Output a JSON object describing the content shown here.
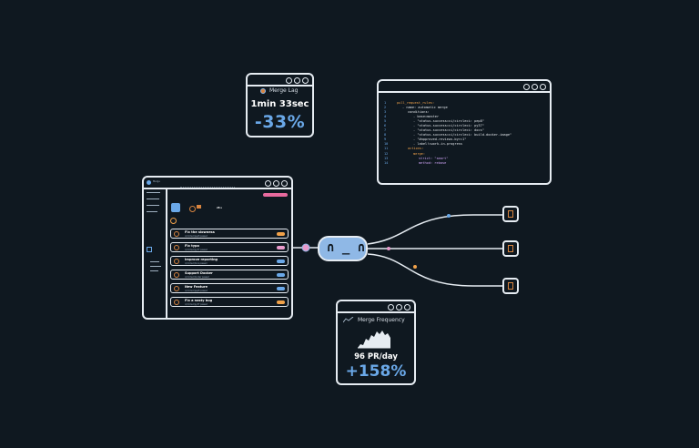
{
  "merge_lag": {
    "title": "Merge Lag",
    "time": "1min 33sec",
    "change": "-33%"
  },
  "merge_frequency": {
    "title": "Merge Frequency",
    "rate": "96 PR/day",
    "change": "+158%"
  },
  "bot": {
    "face": "∩ _ ∩"
  },
  "app": {
    "tag": "Merge",
    "header_value": "28 s"
  },
  "code_lines": [
    {
      "n": "1",
      "indent": 0,
      "text": "pull_request_rules:",
      "cls": "y"
    },
    {
      "n": "2",
      "indent": 1,
      "text": "- name: automatic merge",
      "cls": "k"
    },
    {
      "n": "3",
      "indent": 2,
      "text": "conditions:",
      "cls": "k"
    },
    {
      "n": "4",
      "indent": 3,
      "text": "- base=master",
      "cls": "k"
    },
    {
      "n": "5",
      "indent": 3,
      "text": "- \"status-success=ci/circleci: pep8\"",
      "cls": "k"
    },
    {
      "n": "6",
      "indent": 3,
      "text": "- \"status-success=ci/circleci: py37\"",
      "cls": "k"
    },
    {
      "n": "7",
      "indent": 3,
      "text": "- \"status-success=ci/circleci: docs\"",
      "cls": "k"
    },
    {
      "n": "8",
      "indent": 3,
      "text": "- \"status-success=ci/circleci: build-docker-image\"",
      "cls": "k"
    },
    {
      "n": "9",
      "indent": 3,
      "text": "- \"#approved-reviews-by>=1\"",
      "cls": "k"
    },
    {
      "n": "10",
      "indent": 3,
      "text": "- label!=work-in-progress",
      "cls": "k"
    },
    {
      "n": "11",
      "indent": 2,
      "text": "actions:",
      "cls": "y"
    },
    {
      "n": "12",
      "indent": 3,
      "text": "merge:",
      "cls": "y"
    },
    {
      "n": "13",
      "indent": 4,
      "text": "strict: \"smart\"",
      "cls": "s"
    },
    {
      "n": "14",
      "indent": 4,
      "text": "method: rebase",
      "cls": "s"
    }
  ],
  "pr_rows": [
    {
      "title": "Fix the slowness",
      "sub": "ci/circleci/pep8 passed",
      "badge": "#f1a24a"
    },
    {
      "title": "Fix typo",
      "sub": "ci/circleci/py37 passed",
      "badge": "#e89acb"
    },
    {
      "title": "Improve reporting",
      "sub": "ci/circleci/docs passed",
      "badge": "#6aa8e8"
    },
    {
      "title": "Support Docker",
      "sub": "ci/circleci/docker passed",
      "badge": "#6aa8e8"
    },
    {
      "title": "New Feature",
      "sub": "ci/circleci/pep8 passed",
      "badge": "#6aa8e8"
    },
    {
      "title": "Fix a nasty bug",
      "sub": "ci/circleci/py37 passed",
      "badge": "#f1a24a"
    }
  ],
  "colors": {
    "accent": "#6aa8e8",
    "orange": "#f1a24a",
    "pink": "#e89acb",
    "bg": "#0f1820"
  }
}
